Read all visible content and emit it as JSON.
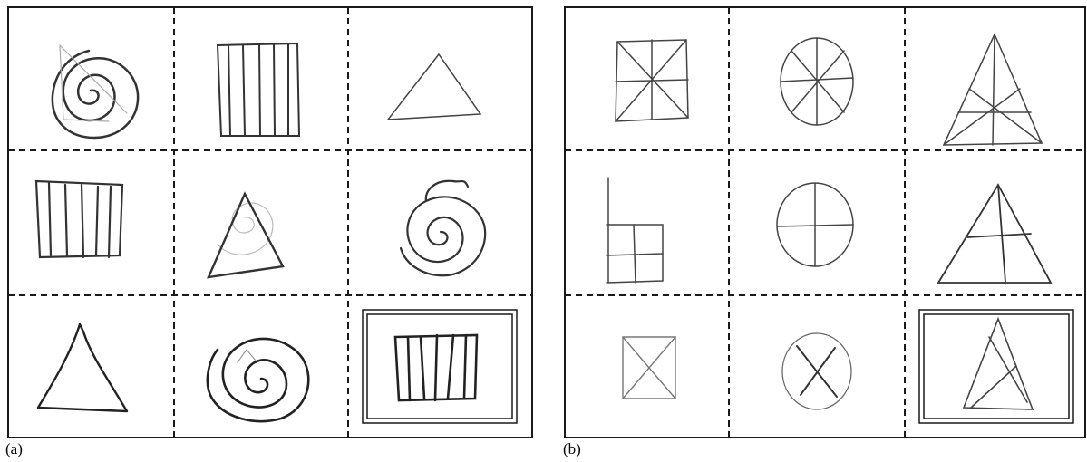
{
  "figure": {
    "panels": [
      {
        "id": "a",
        "caption": "(a)",
        "grid": {
          "rows": 3,
          "cols": 3,
          "cells": [
            [
              "spiral",
              "vertical-lines-square",
              "triangle"
            ],
            [
              "vertical-lines-square",
              "triangle",
              "spiral"
            ],
            [
              "triangle",
              "spiral",
              "vertical-lines-square"
            ]
          ],
          "highlighted_cell": [
            2,
            2
          ]
        }
      },
      {
        "id": "b",
        "caption": "(b)",
        "grid": {
          "rows": 3,
          "cols": 3,
          "cells": [
            [
              "square-with-eight-spokes",
              "circle-with-eight-spokes",
              "triangle-with-six-spokes"
            ],
            [
              "square-with-cross",
              "circle-with-cross",
              "triangle-with-cross"
            ],
            [
              "square-with-x",
              "circle-with-x",
              "triangle-with-x"
            ]
          ],
          "highlighted_cell": [
            2,
            2
          ]
        }
      }
    ],
    "colors": {
      "grid_line": "#1a1a1a",
      "sketch_pencil": "#3a3a3a",
      "sketch_faint": "#b0b0b0",
      "paper": "#ffffff"
    }
  }
}
